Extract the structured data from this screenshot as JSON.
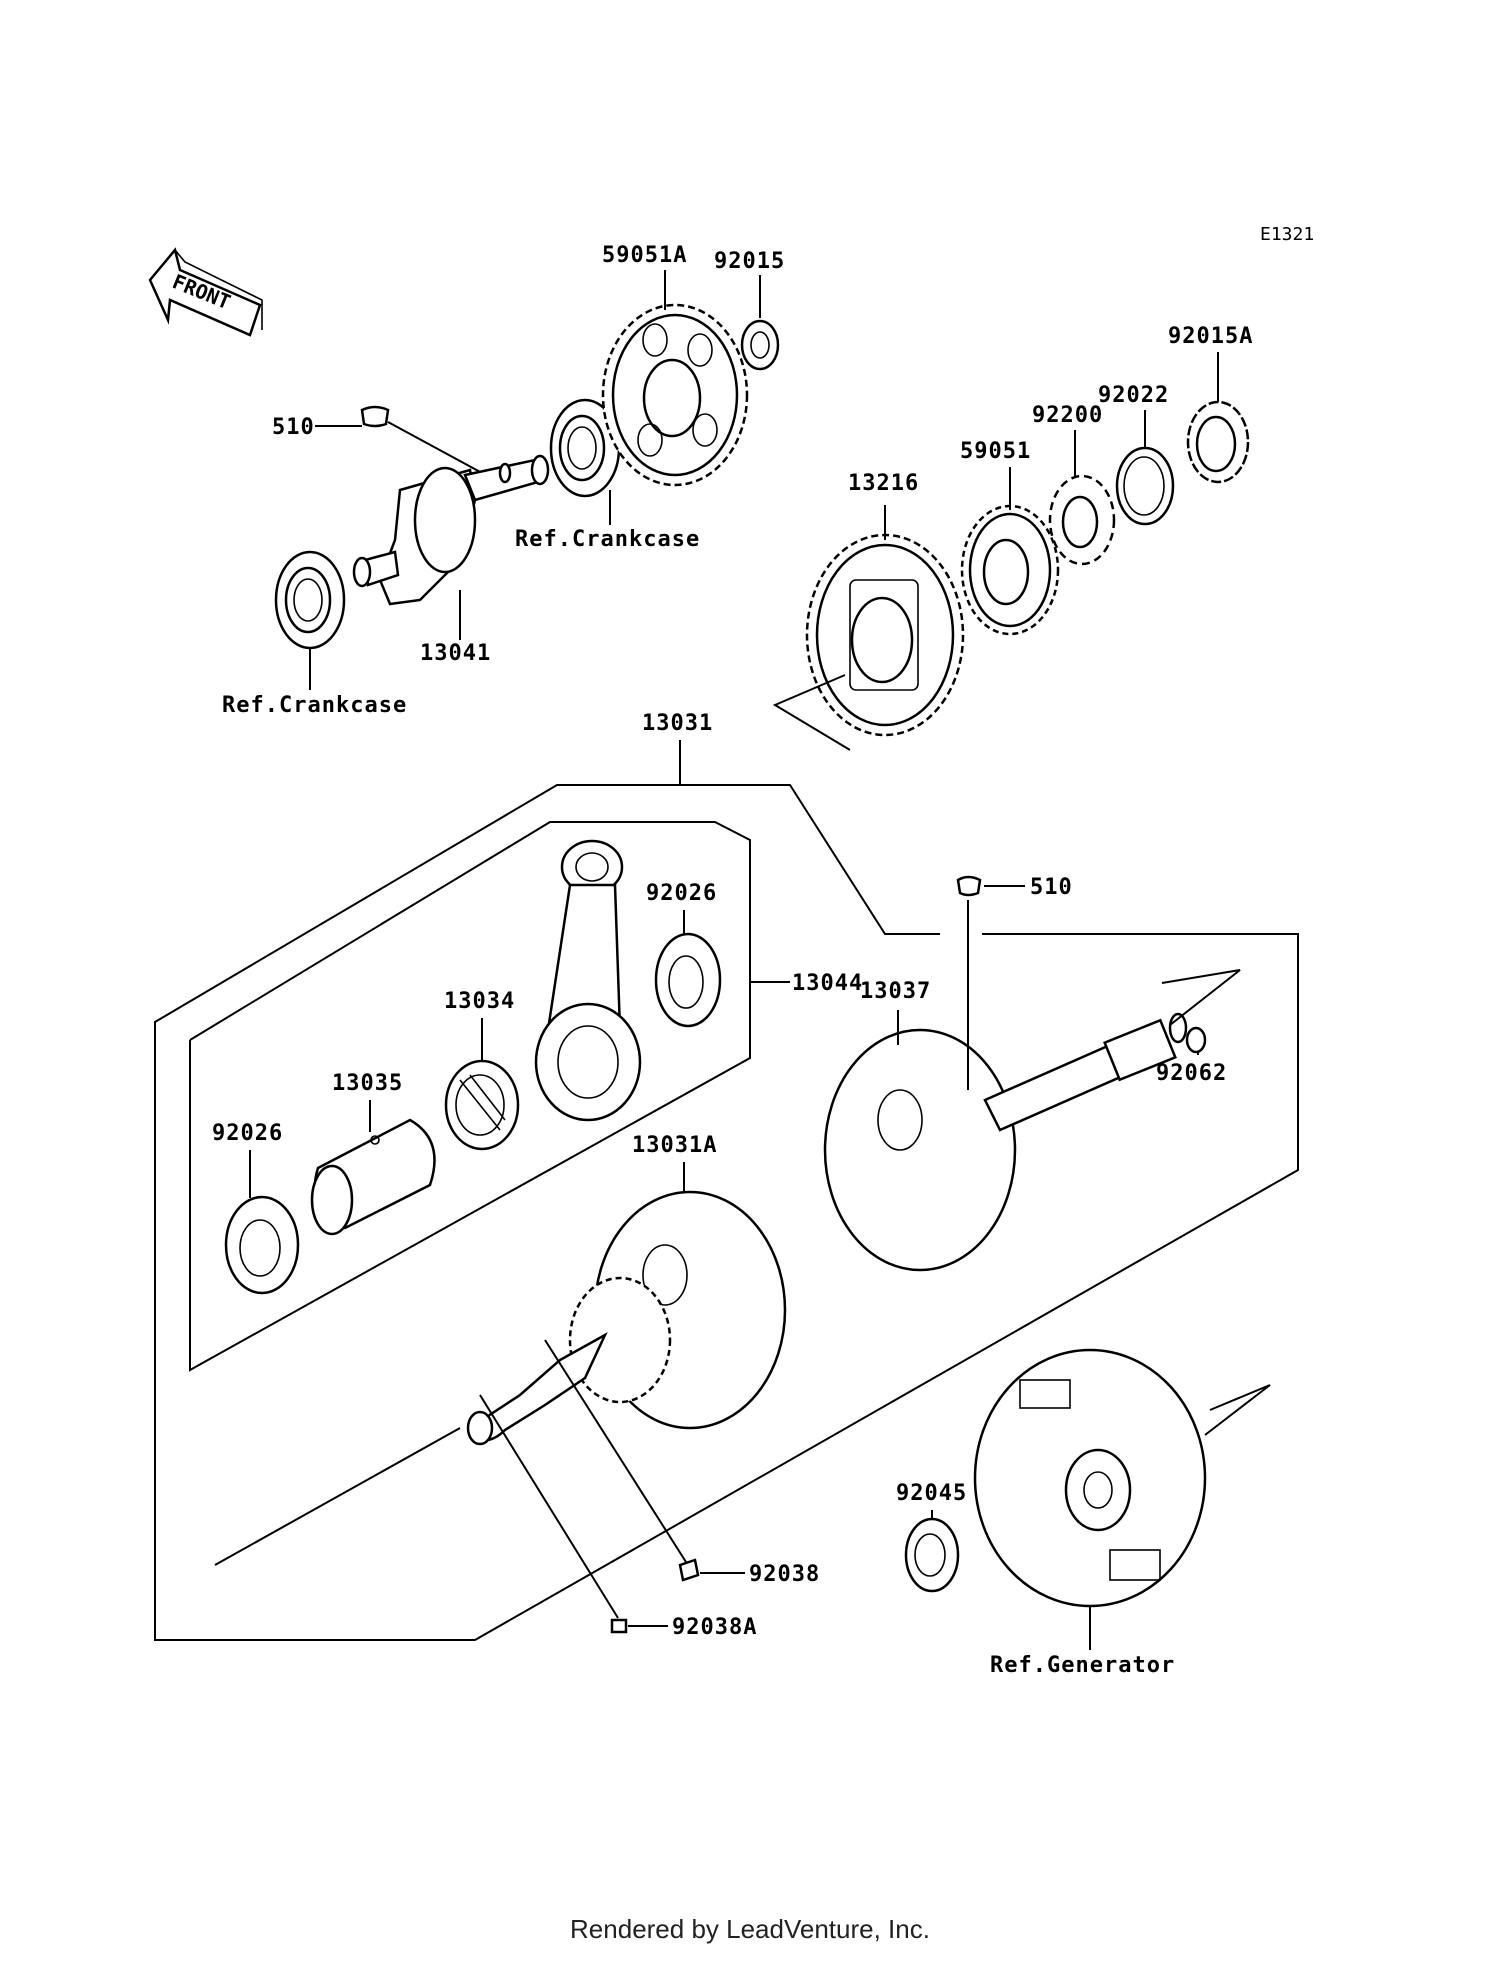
{
  "diagram": {
    "code": "E1321",
    "front_label": "FRONT",
    "labels": {
      "p59051A": "59051A",
      "p92015": "92015",
      "p92015A": "92015A",
      "p92022": "92022",
      "p92200": "92200",
      "p59051": "59051",
      "p13216": "13216",
      "p510_top": "510",
      "p13041": "13041",
      "ref_crankcase_1": "Ref.Crankcase",
      "ref_crankcase_2": "Ref.Crankcase",
      "p13031": "13031",
      "p510_right": "510",
      "p92026_top": "92026",
      "p13044": "13044",
      "p13034": "13034",
      "p13037": "13037",
      "p92062": "92062",
      "p13035": "13035",
      "p92026_left": "92026",
      "p13031A": "13031A",
      "p92045": "92045",
      "p92038": "92038",
      "p92038A": "92038A",
      "ref_generator": "Ref.Generator"
    }
  },
  "footer": {
    "credit": "Rendered by LeadVenture, Inc."
  }
}
